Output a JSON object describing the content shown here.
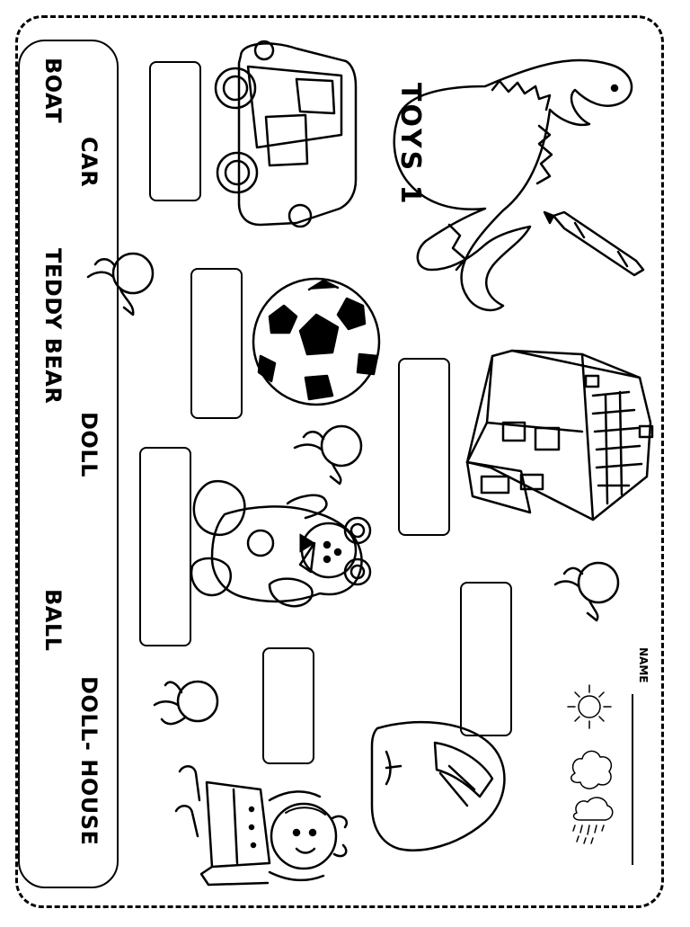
{
  "worksheet": {
    "title": "TOYS 1",
    "name_label": "NAME",
    "word_bank": [
      "BOAT",
      "CAR",
      "TEDDY BEAR",
      "DOLL",
      "BALL",
      "DOLL- HOUSE"
    ]
  },
  "icons": [
    "car-icon",
    "dinosaur-icon",
    "crayon-icon",
    "ball-icon",
    "dollhouse-icon",
    "teddy-bear-icon",
    "boat-icon",
    "doll-icon",
    "flower-icon",
    "sun-icon",
    "cloud-icon",
    "rain-cloud-icon"
  ]
}
